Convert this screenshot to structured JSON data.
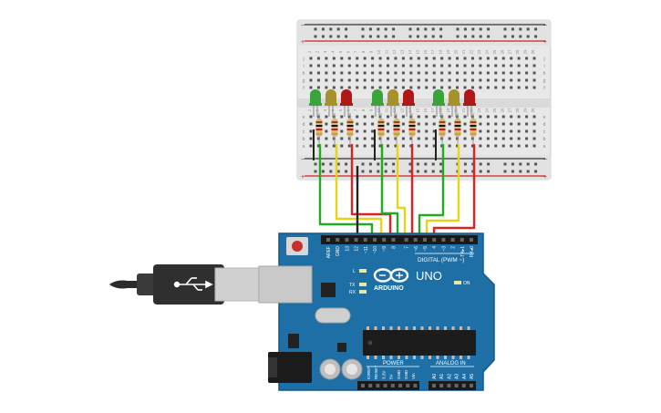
{
  "breadboard": {
    "plus_sign": "+",
    "minus_sign": "−",
    "column_numbers": [
      "1",
      "2",
      "3",
      "4",
      "5",
      "6",
      "7",
      "8",
      "9",
      "10",
      "11",
      "12",
      "13",
      "14",
      "15",
      "16",
      "17",
      "18",
      "19",
      "20",
      "21",
      "22",
      "23",
      "24",
      "25",
      "26",
      "27",
      "28",
      "29",
      "30"
    ],
    "top_row_letters": [
      "j",
      "i",
      "h",
      "g",
      "f"
    ],
    "bottom_row_letters": [
      "e",
      "d",
      "c",
      "b",
      "a"
    ]
  },
  "leds": {
    "colors": {
      "green": "#3aa33a",
      "yellow": "#a6912c",
      "red": "#b01818"
    }
  },
  "wires": {
    "colors": {
      "green": "#22aa22",
      "yellow": "#e8d21a",
      "red": "#dd2222",
      "black": "#222222"
    }
  },
  "arduino": {
    "brand": "ARDUINO",
    "model": "UNO",
    "digital_header_label": "DIGITAL (PWM ~)",
    "analog_header_label": "ANALOG IN",
    "power_header_label": "POWER",
    "on_label": "ON",
    "tx_label": "TX",
    "rx_label": "RX",
    "l_label": "L",
    "digital_pins": [
      "AREF",
      "GND",
      "13",
      "12",
      "~11",
      "~10",
      "~9",
      "8",
      "7",
      "~6",
      "~5",
      "4",
      "~3",
      "2",
      "TX▸1",
      "RX◂0"
    ],
    "power_pins": [
      "IOREF",
      "RESET",
      "3.3V",
      "5V",
      "GND",
      "GND",
      "Vin"
    ],
    "analog_pins": [
      "A0",
      "A1",
      "A2",
      "A3",
      "A4",
      "A5"
    ],
    "board_color": "#1d6fa5"
  }
}
